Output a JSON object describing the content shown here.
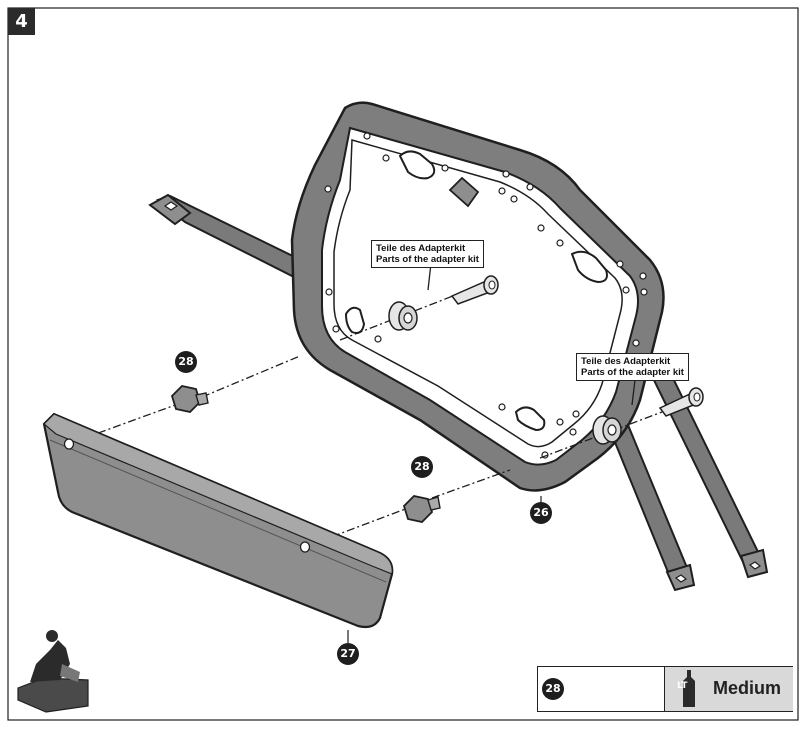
{
  "step": {
    "number": "4"
  },
  "callouts": {
    "top": {
      "line1": "Teile des Adapterkit",
      "line2": "Parts of the adapter kit"
    },
    "right": {
      "line1": "Teile des Adapterkit",
      "line2": "Parts of the adapter kit"
    }
  },
  "part_numbers": {
    "bolt_left": "28",
    "bolt_middle": "28",
    "frame": "26",
    "plate": "27",
    "legend": "28"
  },
  "legend": {
    "threadlocker_label": "Medium",
    "threadlocker_icon_text": "LT",
    "threadlocker_icon": "threadlocker-bottle-icon",
    "part_icon": "hex-nut-icon"
  },
  "icons": {
    "rider": "motorcycle-rider-icon"
  },
  "colors": {
    "part_fill": "#8e8e8e",
    "part_dark": "#5a5a5a",
    "outline": "#1f1f1f",
    "legend_bg": "#d9d9d9"
  }
}
